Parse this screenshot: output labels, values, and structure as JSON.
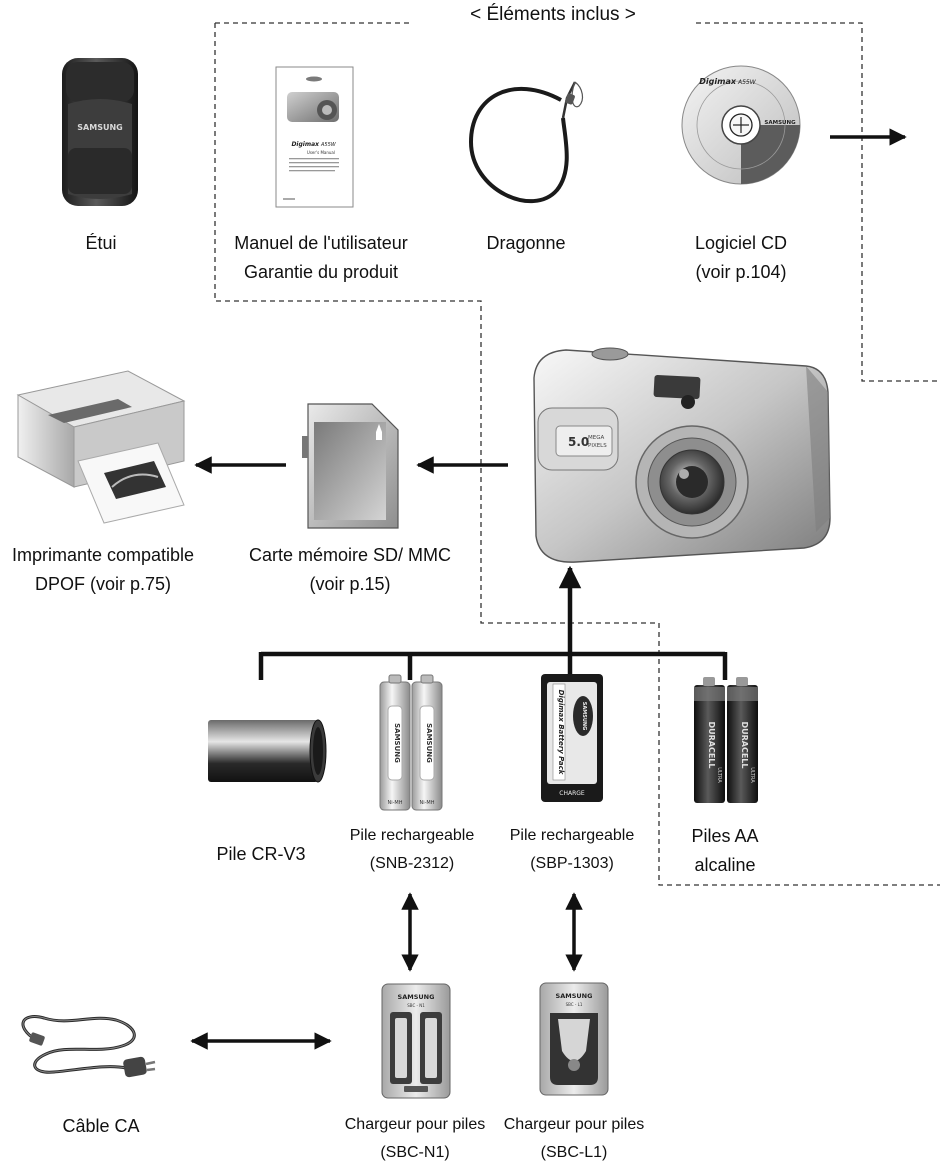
{
  "included_title": "< Éléments inclus >",
  "items": {
    "case": {
      "lines": [
        "Étui"
      ]
    },
    "manual": {
      "lines": [
        "Manuel de l'utilisateur",
        "Garantie du produit"
      ]
    },
    "strap": {
      "lines": [
        "Dragonne"
      ]
    },
    "cd": {
      "lines": [
        "Logiciel CD",
        "(voir p.104)"
      ]
    },
    "printer": {
      "lines": [
        "Imprimante compatible",
        "DPOF (voir p.75)"
      ]
    },
    "sd_card": {
      "lines": [
        "Carte mémoire SD/ MMC",
        "(voir p.15)"
      ]
    },
    "crv3": {
      "lines": [
        "Pile CR-V3"
      ]
    },
    "snb": {
      "lines": [
        "Pile rechargeable",
        "(SNB-2312)"
      ]
    },
    "sbp": {
      "lines": [
        "Pile rechargeable",
        "(SBP-1303)"
      ]
    },
    "aa": {
      "lines": [
        "Piles AA",
        "alcaline"
      ]
    },
    "ac_cable": {
      "lines": [
        "Câble CA"
      ]
    },
    "charger_n1": {
      "lines": [
        "Chargeur pour piles",
        "(SBC-N1)"
      ]
    },
    "charger_l1": {
      "lines": [
        "Chargeur pour piles",
        "(SBC-L1)"
      ]
    }
  },
  "product_text": {
    "samsung": "SAMSUNG",
    "digimax": "Digimax",
    "manual_model": "A55W",
    "manual_subtitle": "User's Manual",
    "cd_model": "A55W",
    "cd_title": "Digimax",
    "camera_badge_1": "5.0",
    "camera_badge_2": "MEGA",
    "camera_badge_3": "PIXELS",
    "duracell": "DURACELL",
    "ultra": "ULTRA",
    "nimh": "Ni-MH",
    "charge": "CHARGE",
    "sbc_n1": "SBC - N1",
    "sbc_l1": "SBC - L1",
    "battery_pack": "Digimax Battery Pack"
  },
  "colors": {
    "line": "#111111",
    "dashed": "#333333"
  }
}
